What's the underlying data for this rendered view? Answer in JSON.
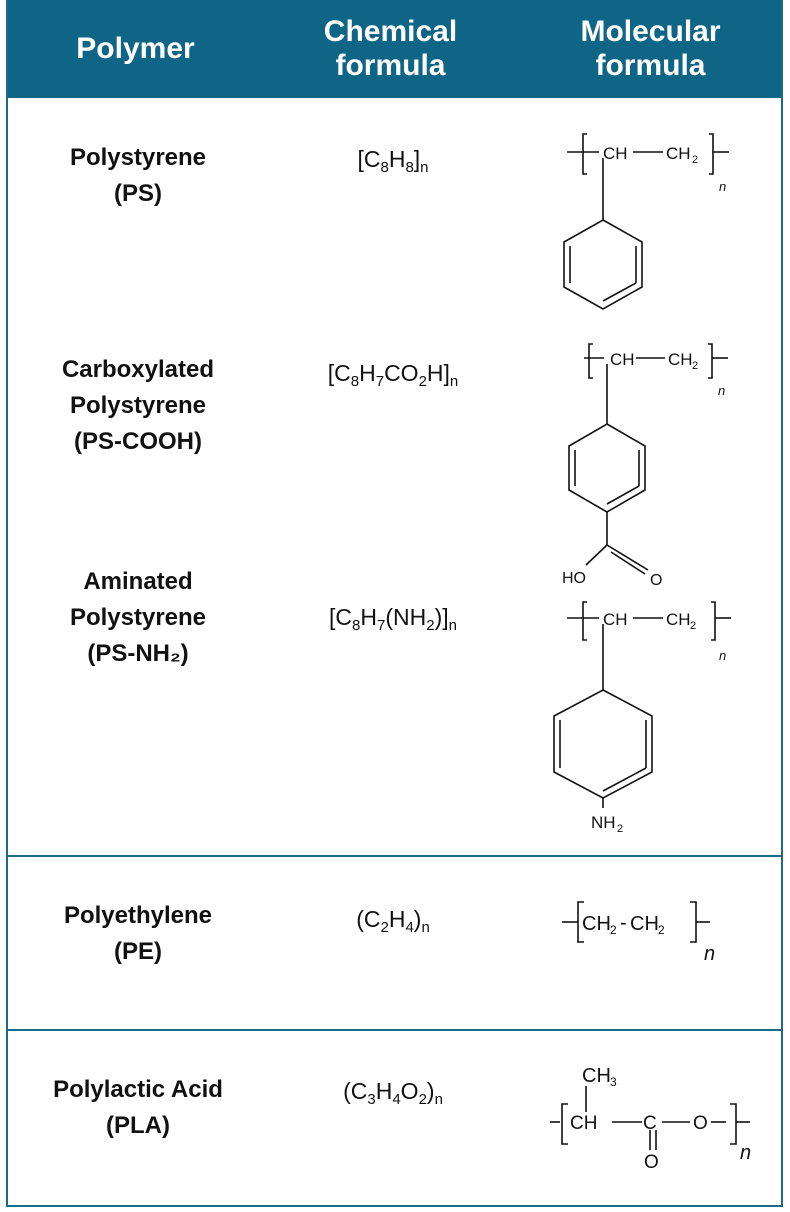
{
  "headers": {
    "polymer": [
      "Polymer"
    ],
    "chemical": [
      "Chemical",
      "formula"
    ],
    "molecular": [
      "Molecular",
      "formula"
    ]
  },
  "rows": [
    {
      "name_lines": [
        "Polystyrene",
        "(PS)"
      ],
      "formula_parts": [
        {
          "t": "[C"
        },
        {
          "s": "8"
        },
        {
          "t": "H"
        },
        {
          "s": "8"
        },
        {
          "t": "]"
        },
        {
          "s": "n"
        }
      ]
    },
    {
      "name_lines": [
        "Carboxylated",
        "Polystyrene",
        "(PS-COOH)"
      ],
      "formula_parts": [
        {
          "t": "[C"
        },
        {
          "s": "8"
        },
        {
          "t": "H"
        },
        {
          "s": "7"
        },
        {
          "t": "CO"
        },
        {
          "s": "2"
        },
        {
          "t": "H]"
        },
        {
          "s": "n"
        }
      ]
    },
    {
      "name_lines": [
        "Aminated",
        "Polystyrene",
        "(PS-NH₂)"
      ],
      "formula_parts": [
        {
          "t": "[C"
        },
        {
          "s": "8"
        },
        {
          "t": "H"
        },
        {
          "s": "7"
        },
        {
          "t": "(NH"
        },
        {
          "s": "2"
        },
        {
          "t": ")]"
        },
        {
          "s": "n"
        }
      ]
    },
    {
      "name_lines": [
        "Polyethylene",
        "(PE)"
      ],
      "formula_parts": [
        {
          "t": "(C"
        },
        {
          "s": "2"
        },
        {
          "t": "H"
        },
        {
          "s": "4"
        },
        {
          "t": ")"
        },
        {
          "s": "n"
        }
      ]
    },
    {
      "name_lines": [
        "Polylactic Acid",
        "(PLA)"
      ],
      "formula_parts": [
        {
          "t": "(C"
        },
        {
          "s": "3"
        },
        {
          "t": "H"
        },
        {
          "s": "4"
        },
        {
          "t": "O"
        },
        {
          "s": "2"
        },
        {
          "t": ")"
        },
        {
          "s": "n"
        }
      ]
    }
  ],
  "structures": {
    "ch": "CH",
    "ch2": "CH",
    "two": "2",
    "n": "n",
    "ho": "HO",
    "o": "O",
    "nh2": "NH",
    "ch3": "CH",
    "three": "3",
    "c": "C",
    "pe_ch2_a": "CH",
    "pe_ch2_b": "CH",
    "dash": "-"
  }
}
